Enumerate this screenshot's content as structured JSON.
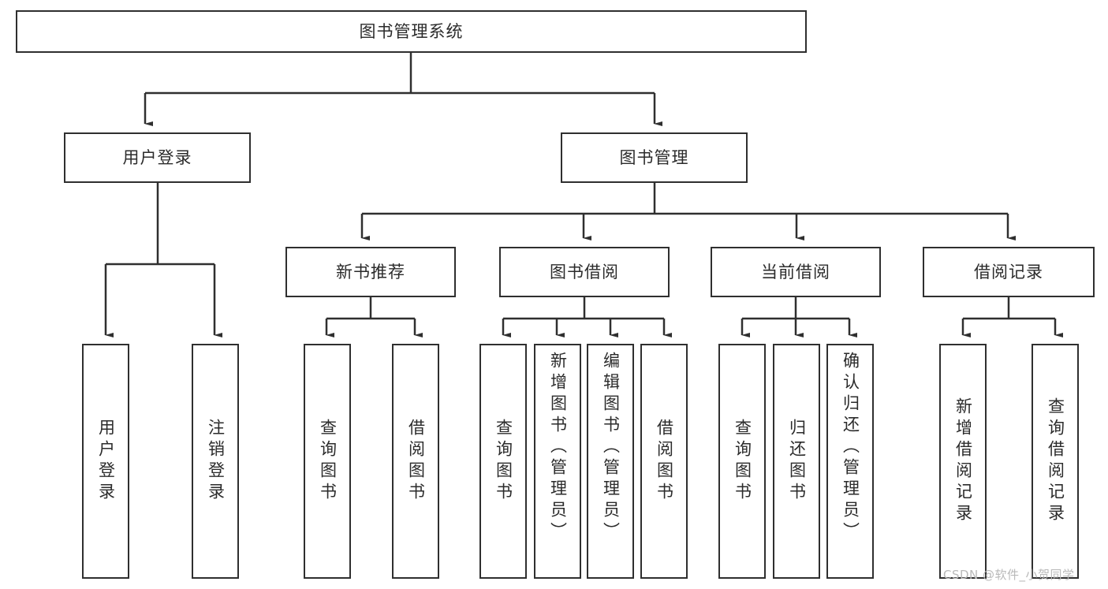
{
  "diagram": {
    "type": "tree",
    "title": "图书管理系统",
    "root": {
      "label": "图书管理系统"
    },
    "level2": [
      {
        "label": "用户登录"
      },
      {
        "label": "图书管理"
      }
    ],
    "level3": [
      {
        "label": "新书推荐"
      },
      {
        "label": "图书借阅"
      },
      {
        "label": "当前借阅"
      },
      {
        "label": "借阅记录"
      }
    ],
    "leaves": {
      "user_login": [
        {
          "label": "用户登录"
        },
        {
          "label": "注销登录"
        }
      ],
      "new_book": [
        {
          "label": "查询图书"
        },
        {
          "label": "借阅图书"
        }
      ],
      "book_borrow": [
        {
          "label": "查询图书"
        },
        {
          "label": "新增图书（管理员）"
        },
        {
          "label": "编辑图书（管理员）"
        },
        {
          "label": "借阅图书"
        }
      ],
      "current_borrow": [
        {
          "label": "查询图书"
        },
        {
          "label": "归还图书"
        },
        {
          "label": "确认归还（管理员）"
        }
      ],
      "borrow_record": [
        {
          "label": "新增借阅记录"
        },
        {
          "label": "查询借阅记录"
        }
      ]
    }
  },
  "watermark": {
    "text": "CSDN @软件_小贺同学"
  },
  "colors": {
    "stroke": "#2f2f2f",
    "fill": "#ffffff",
    "text": "#2b2b2b",
    "watermark": "#b9b9b9"
  }
}
